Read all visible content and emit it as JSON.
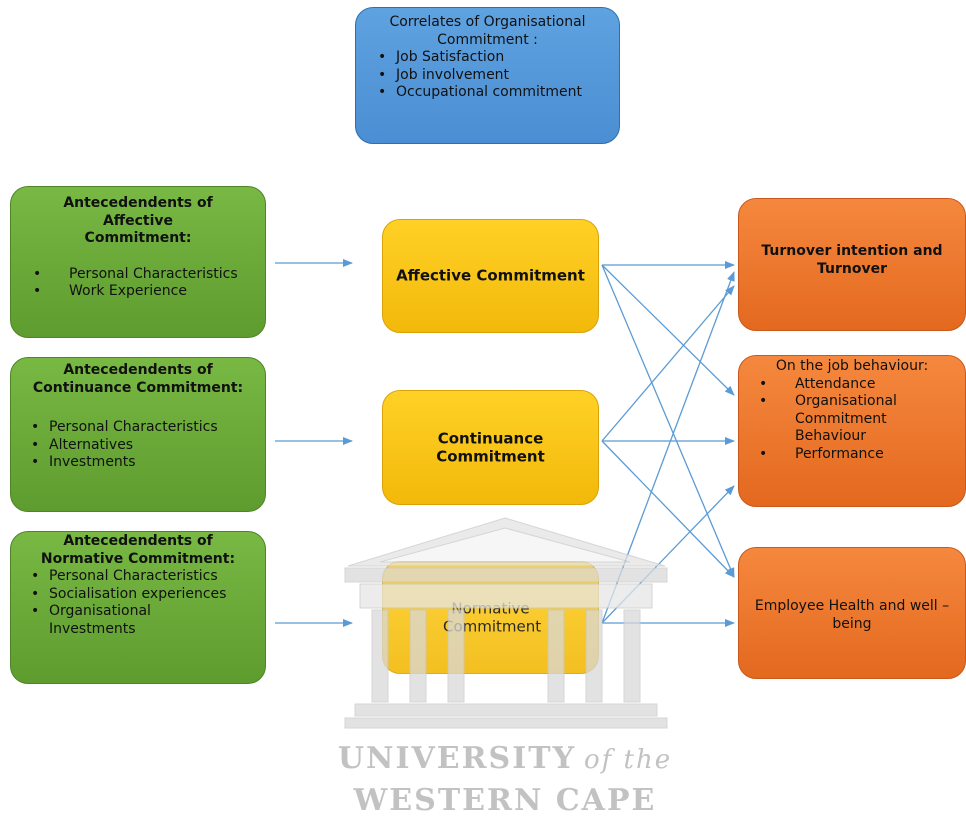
{
  "correlates": {
    "heading": "Correlates of Organisational Commitment :",
    "items": [
      "Job Satisfaction",
      "Job involvement",
      "Occupational commitment"
    ]
  },
  "antecedents": [
    {
      "heading": "Antecedendents of Affective Commitment:",
      "items": [
        "Personal Characteristics",
        "Work Experience"
      ]
    },
    {
      "heading": "Antecedendents of Continuance Commitment:",
      "items": [
        "Personal Characteristics",
        "Alternatives",
        "Investments"
      ]
    },
    {
      "heading": "Antecedendents of Normative Commitment:",
      "items": [
        "Personal Characteristics",
        "Socialisation experiences",
        "Organisational Investments"
      ]
    }
  ],
  "commitments": [
    "Affective Commitment",
    "Continuance Commitment",
    "Normative Commitment"
  ],
  "outcomes": {
    "turnover": "Turnover intention and Turnover",
    "behaviour_heading": "On the job behaviour:",
    "behaviour_items": [
      "Attendance",
      "Organisational Commitment Behaviour",
      "Performance"
    ],
    "health": "Employee Health and well – being"
  },
  "watermark": {
    "line1": "UNIVERSITY",
    "line1_suffix": "of the",
    "line2": "WESTERN CAPE"
  },
  "colors": {
    "antecedent_green": "#6aab38",
    "commitment_yellow": "#f7c21a",
    "outcome_orange": "#ec7a30",
    "correlate_blue": "#5598dc",
    "arrow_blue": "#5b9bd5"
  }
}
